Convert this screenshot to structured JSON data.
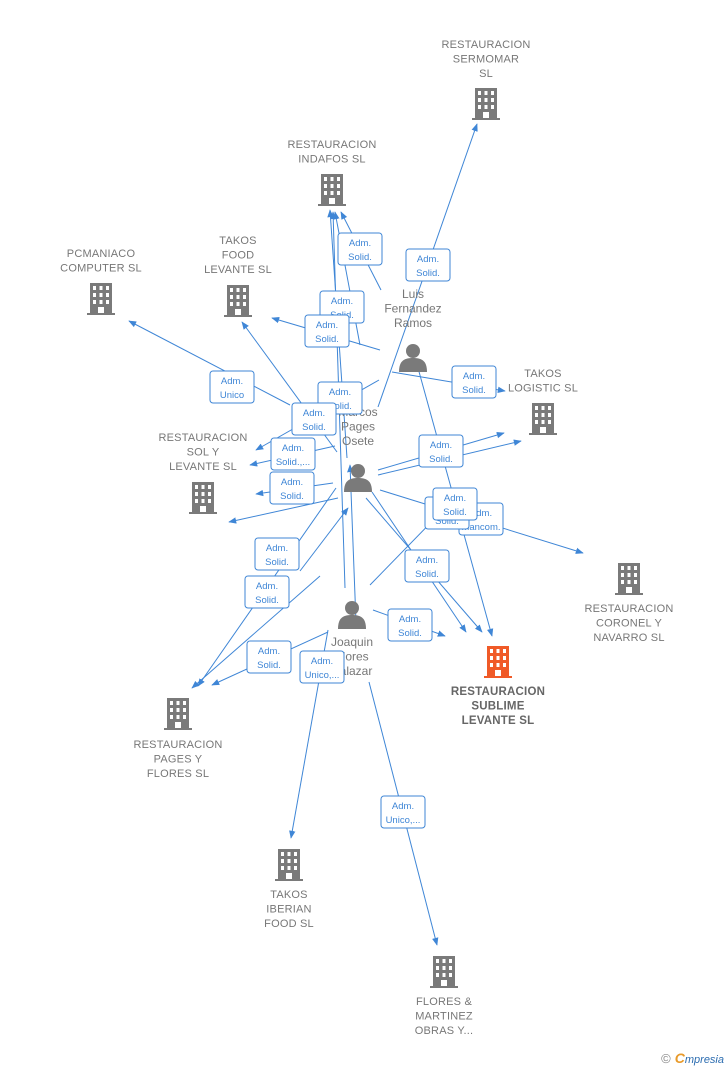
{
  "companies": [
    {
      "id": "sermomar",
      "lines": [
        "RESTAURACION",
        "SERMOMAR",
        "SL"
      ]
    },
    {
      "id": "indafos",
      "lines": [
        "RESTAURACION",
        "INDAFOS  SL"
      ]
    },
    {
      "id": "pcmaniaco",
      "lines": [
        "PCMANIACO",
        "COMPUTER  SL"
      ]
    },
    {
      "id": "takos-food",
      "lines": [
        "TAKOS",
        "FOOD",
        "LEVANTE  SL"
      ]
    },
    {
      "id": "takos-logistic",
      "lines": [
        "TAKOS",
        "LOGISTIC  SL"
      ]
    },
    {
      "id": "sol-levante",
      "lines": [
        "RESTAURACION",
        "SOL Y",
        "LEVANTE  SL"
      ]
    },
    {
      "id": "coronel",
      "lines": [
        "RESTAURACION",
        "CORONEL Y",
        "NAVARRO SL"
      ]
    },
    {
      "id": "sublime",
      "lines": [
        "RESTAURACION",
        "SUBLIME",
        "LEVANTE  SL"
      ],
      "highlight": true
    },
    {
      "id": "pages-flores",
      "lines": [
        "RESTAURACION",
        "PAGES Y",
        "FLORES SL"
      ]
    },
    {
      "id": "takos-iberian",
      "lines": [
        "TAKOS",
        "IBERIAN",
        "FOOD  SL"
      ]
    },
    {
      "id": "flores-martinez",
      "lines": [
        "FLORES &",
        "MARTINEZ",
        "OBRAS Y..."
      ]
    }
  ],
  "persons": [
    {
      "id": "luis",
      "lines": [
        "Luis",
        "Fernandez",
        "Ramos"
      ]
    },
    {
      "id": "marcos",
      "lines": [
        "Marcos",
        "Pages",
        "Osete"
      ]
    },
    {
      "id": "joaquin",
      "lines": [
        "Joaquin",
        "Flores",
        "Salazar"
      ]
    }
  ],
  "relations": [
    {
      "id": "r1",
      "lines": [
        "Adm.",
        "Solid."
      ]
    },
    {
      "id": "r2",
      "lines": [
        "Adm.",
        "Solid."
      ]
    },
    {
      "id": "r3",
      "lines": [
        "Adm.",
        "Solid."
      ]
    },
    {
      "id": "r4",
      "lines": [
        "Adm.",
        "Solid."
      ]
    },
    {
      "id": "r5",
      "lines": [
        "Adm.",
        "Unico"
      ]
    },
    {
      "id": "r6",
      "lines": [
        "Adm.",
        "Solid."
      ]
    },
    {
      "id": "r7",
      "lines": [
        "Adm.",
        "Solid."
      ]
    },
    {
      "id": "r8",
      "lines": [
        "Adm.",
        "Solid."
      ]
    },
    {
      "id": "r9",
      "lines": [
        "Adm.",
        "Solid.,..."
      ]
    },
    {
      "id": "r10",
      "lines": [
        "Adm.",
        "Solid."
      ]
    },
    {
      "id": "r11",
      "lines": [
        "Adm.",
        "Solid."
      ]
    },
    {
      "id": "r12",
      "lines": [
        "Adm.",
        "Mancom."
      ]
    },
    {
      "id": "r13",
      "lines": [
        "Adm.",
        "Solid."
      ]
    },
    {
      "id": "r14",
      "lines": [
        "Adm.",
        "Solid."
      ]
    },
    {
      "id": "r15",
      "lines": [
        "Adm.",
        "Solid."
      ]
    },
    {
      "id": "r16",
      "lines": [
        "Adm.",
        "Solid."
      ]
    },
    {
      "id": "r17",
      "lines": [
        "Adm.",
        "Solid."
      ]
    },
    {
      "id": "r18",
      "lines": [
        "Adm.",
        "Solid."
      ]
    },
    {
      "id": "r19",
      "lines": [
        "Adm.",
        "Unico,..."
      ]
    },
    {
      "id": "r20",
      "lines": [
        "Adm.",
        "Unico,..."
      ]
    },
    {
      "id": "r21",
      "lines": [
        "Adm.",
        "Solid."
      ]
    }
  ],
  "colors": {
    "edge": "#3f86d6",
    "company": "#7a7a7a",
    "highlight": "#f05a28",
    "person": "#7a7a7a"
  },
  "brand": {
    "copyright": "©",
    "first": "C",
    "rest": "mpresia"
  }
}
